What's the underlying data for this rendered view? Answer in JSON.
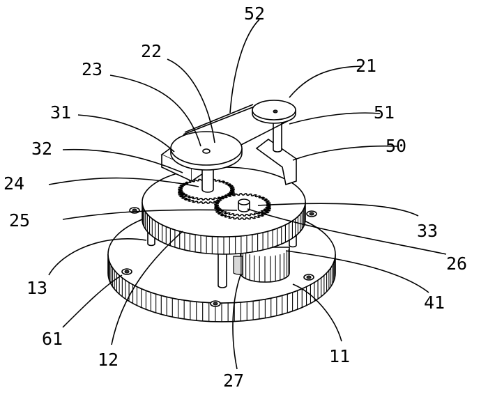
{
  "figure": {
    "labels": [
      {
        "id": "52",
        "text": "52"
      },
      {
        "id": "22",
        "text": "22"
      },
      {
        "id": "21",
        "text": "21"
      },
      {
        "id": "23",
        "text": "23"
      },
      {
        "id": "31",
        "text": "31"
      },
      {
        "id": "51",
        "text": "51"
      },
      {
        "id": "32",
        "text": "32"
      },
      {
        "id": "50",
        "text": "50"
      },
      {
        "id": "24",
        "text": "24"
      },
      {
        "id": "25",
        "text": "25"
      },
      {
        "id": "33",
        "text": "33"
      },
      {
        "id": "26",
        "text": "26"
      },
      {
        "id": "13",
        "text": "13"
      },
      {
        "id": "41",
        "text": "41"
      },
      {
        "id": "61",
        "text": "61"
      },
      {
        "id": "11",
        "text": "11"
      },
      {
        "id": "12",
        "text": "12"
      },
      {
        "id": "27",
        "text": "27"
      }
    ]
  }
}
